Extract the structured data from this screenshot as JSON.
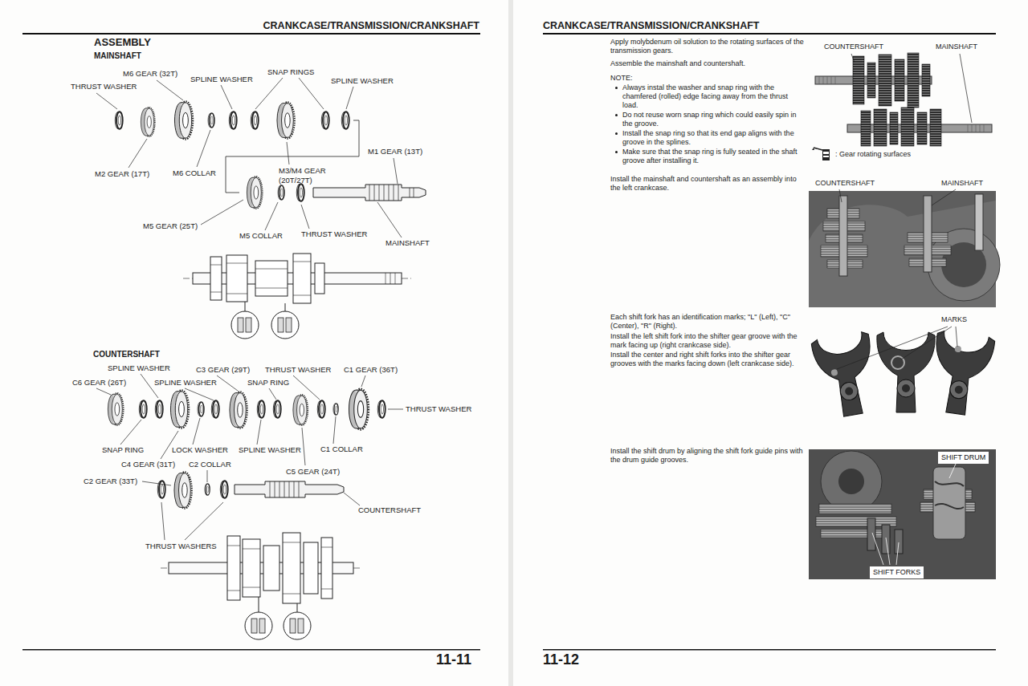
{
  "diagram": {
    "title": "CRANKCASE/TRANSMISSION/CRANKSHAFT",
    "nodes": [
      {
        "text": [
          "SHIFT DRUM"
        ]
      },
      {
        "text": [
          "SHIFT FORKS"
        ]
      }
    ],
    "labels": [
      "ASSEMBLY",
      "MAINSHAFT",
      "M6 GEAR (32T)",
      "THRUST WASHER",
      "SPLINE WASHER",
      "SNAP RINGS",
      "SPLINE WASHER",
      "M1 GEAR (13T)",
      "M2 GEAR (17T)",
      "M6 COLLAR",
      "M3/M4 GEAR (20T/27T)",
      "M5 GEAR (25T)",
      "M5 COLLAR",
      "THRUST WASHER",
      "MAINSHAFT",
      "COUNTERSHAFT",
      "SPLINE WASHER",
      "C3 GEAR (29T)",
      "THRUST WASHER",
      "C1 GEAR (36T)",
      "C6 GEAR (26T)",
      "SPLINE WASHER",
      "SNAP RING",
      "THRUST WASHER",
      "SNAP RING",
      "LOCK WASHER",
      "SPLINE WASHER",
      "C1 COLLAR",
      "C4 GEAR (31T)",
      "C2 COLLAR",
      "C5 GEAR (24T)",
      "C2 GEAR (33T)",
      "COUNTERSHAFT",
      "THRUST WASHERS",
      "11-11",
      "CRANKCASE/TRANSMISSION/CRANKSHAFT",
      "Apply molybdenum oil solution to the rotating surfaces of the transmission gears.",
      "Assemble the mainshaft and countershaft.",
      "NOTE:",
      "Always instal the washer and snap ring with the chamfered (rolled) edge facing away from the thrust load.",
      "Do not reuse worn snap ring which could easily spin in the groove.",
      "Install the snap ring so that its end gap aligns with the groove in the splines.",
      "Make sure that the snap ring is fully seated in the shaft groove after installing it.",
      "Install the mainshaft and countershaft as an assembly into the left crankcase.",
      "COUNTERSHAFT",
      "MAINSHAFT",
      "COUNTERSHAFT",
      "MAINSHAFT",
      "Each shift fork has an identification marks; \"L\" (Left), \"C\" (Center), \"R\" (Right).",
      "Install the left shift fork into the shifter gear groove with the mark facing up (right crankcase side).",
      "Install the center and right shift forks into the shifter gear grooves with the marks facing down (left crankcase side).",
      "MARKS",
      "Install the shift drum by aligning the shift fork guide pins with the drum guide grooves.",
      "11-12"
    ],
    "legend": [
      {
        "text": ": Gear rotating surfaces"
      }
    ]
  }
}
